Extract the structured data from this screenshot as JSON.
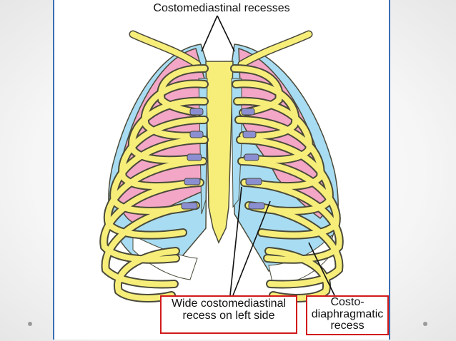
{
  "labels": {
    "top": "Costomediastinal recesses",
    "wide_line1": "Wide costomediastinal",
    "wide_line2": "recess on left side",
    "costo_line1": "Costo-",
    "costo_line2": "diaphragmatic",
    "costo_line3": "recess"
  },
  "colors": {
    "lung": "#f3a6c6",
    "pleura": "#a8dcf2",
    "rib": "#f7ee7a",
    "rib_outline": "#4a4a3a",
    "cartilage": "#8b8fd1",
    "highlight_box": "#d11a1a",
    "frame": "#3a6fb5"
  }
}
